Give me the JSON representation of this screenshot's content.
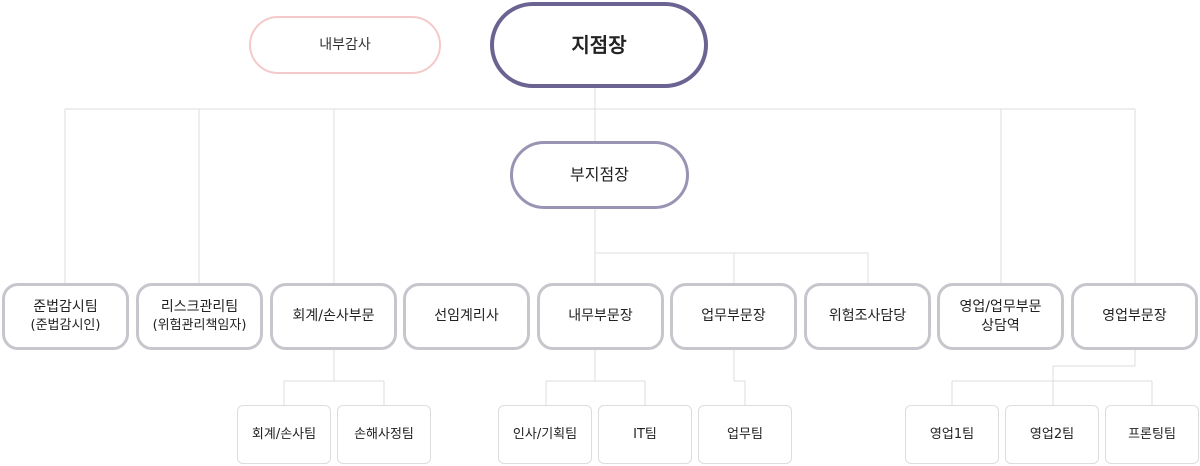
{
  "org": {
    "head": "지점장",
    "audit": "내부감사",
    "deputy": "부지점장",
    "departments": [
      {
        "line1": "준법감시팀",
        "line2": "(준법감시인)"
      },
      {
        "line1": "리스크관리팀",
        "line2": "(위험관리책임자)"
      },
      {
        "line1": "회계/손사부문"
      },
      {
        "line1": "선임계리사"
      },
      {
        "line1": "내무부문장"
      },
      {
        "line1": "업무부문장"
      },
      {
        "line1": "위험조사담당"
      },
      {
        "line1": "영업/업무부문",
        "line2": "상담역"
      },
      {
        "line1": "영업부문장"
      }
    ],
    "teams": {
      "accounting": [
        "회계/손사팀",
        "손해사정팀"
      ],
      "internal": [
        "인사/기획팀",
        "IT팀"
      ],
      "business": [
        "업무팀"
      ],
      "sales": [
        "영업1팀",
        "영업2팀",
        "프론팅팀"
      ]
    }
  },
  "colors": {
    "head_border": "#6b6391",
    "deputy_border": "#9a93b3",
    "audit_border": "#f4c9c9",
    "dept_border": "#c6c6cc",
    "team_border": "#dddddd",
    "connector": "#dcdcdc"
  }
}
